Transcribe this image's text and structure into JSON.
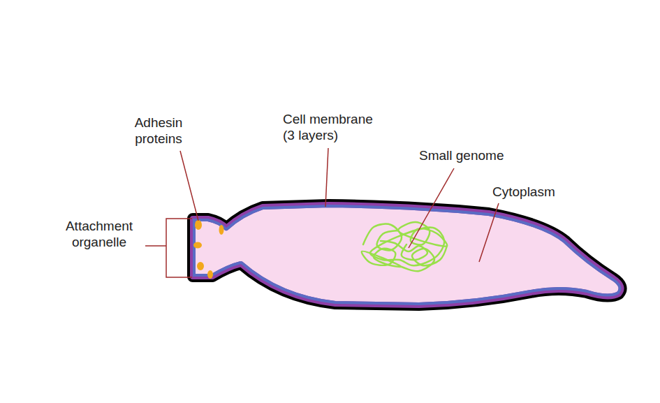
{
  "diagram": {
    "labels": [
      "Adhesin proteins",
      "Attachment organelle",
      "Cell membrane (3 layers)",
      "Small genome",
      "Cytoplasm"
    ]
  }
}
